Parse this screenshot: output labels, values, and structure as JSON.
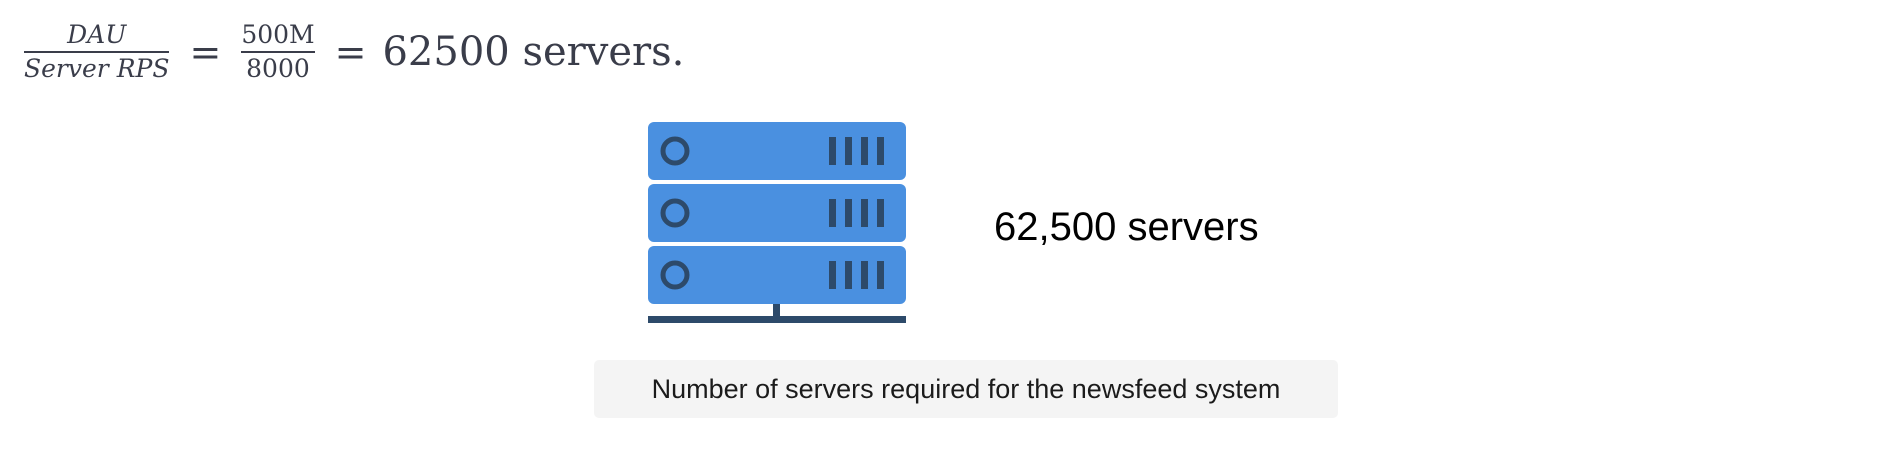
{
  "formula": {
    "fraction1": {
      "numerator": "DAU",
      "denominator": "Server RPS"
    },
    "equals1": "=",
    "fraction2": {
      "numerator": "500M",
      "denominator": "8000"
    },
    "equals2": "=",
    "result": "62500 servers."
  },
  "illustration": {
    "icon": "server-rack-icon",
    "unit_count": 3,
    "colors": {
      "unit_fill": "#4a90e0",
      "detail": "#2d4a6a"
    },
    "label": "62,500 servers"
  },
  "caption": "Number of servers required for the newsfeed system"
}
